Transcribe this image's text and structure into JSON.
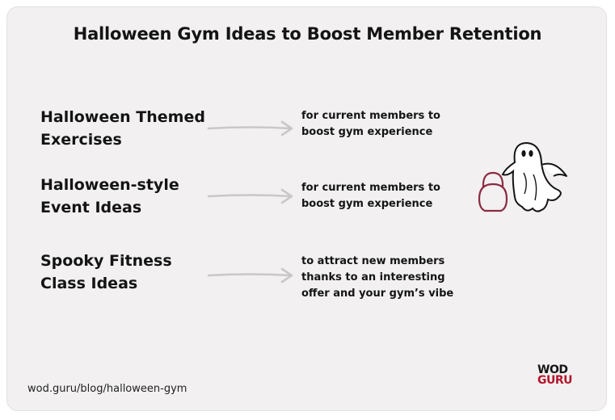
{
  "title": "Halloween Gym Ideas to Boost Member Retention",
  "rows": [
    {
      "label_lines": [
        "Halloween Themed",
        "Exercises"
      ],
      "desc_lines": [
        "for current members to",
        "boost gym experience"
      ]
    },
    {
      "label_lines": [
        "Halloween-style",
        "Event Ideas"
      ],
      "desc_lines": [
        "for current members to",
        "boost gym experience"
      ]
    },
    {
      "label_lines": [
        "Spooky Fitness",
        "Class Ideas"
      ],
      "desc_lines": [
        "to attract new members",
        "thanks to an interesting",
        "offer and your gym’s vibe"
      ]
    }
  ],
  "illustration": {
    "icons": [
      "kettlebell-icon",
      "ghost-icon"
    ],
    "kettlebell_color": "#8b2b42"
  },
  "footer": {
    "url": "wod.guru/blog/halloween-gym",
    "logo_line1": "WOD",
    "logo_line2": "GURU",
    "logo_colors": {
      "line1": "#141414",
      "line2": "#b3172e"
    }
  },
  "colors": {
    "background": "#f2f0f1",
    "arrow": "#c9c7c8",
    "text": "#141414"
  }
}
